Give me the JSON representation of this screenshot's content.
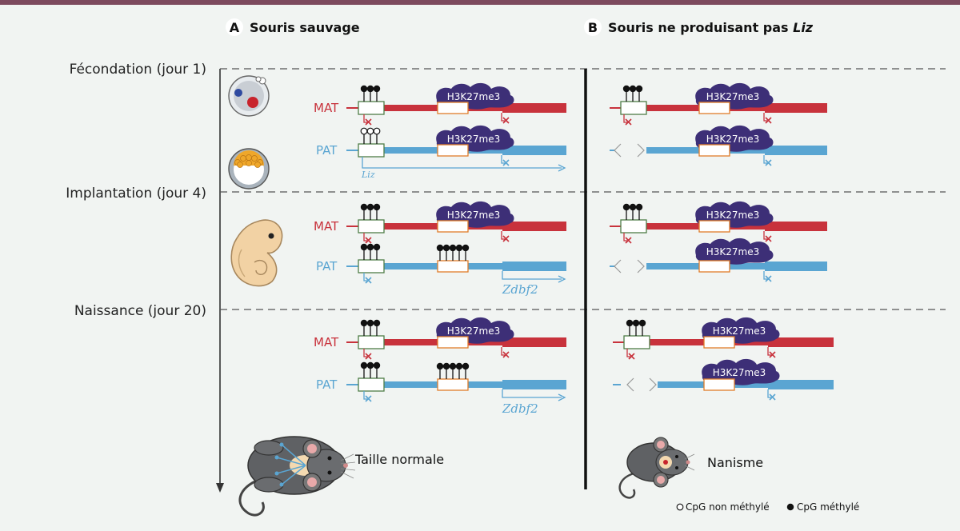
{
  "panels": [
    {
      "letter": "A",
      "title": "Souris sauvage",
      "title_italic": ""
    },
    {
      "letter": "B",
      "title": "Souris ne produisant pas ",
      "title_italic": "Liz"
    }
  ],
  "stages": [
    "Fécondation (jour 1)",
    "Implantation (jour 4)",
    "Naissance (jour 20)"
  ],
  "alleles": {
    "mat": "MAT",
    "pat": "PAT"
  },
  "mark": "H3K27me3",
  "genes": {
    "liz": "Liz",
    "zdbf2": "Zdbf2"
  },
  "phenotypes": {
    "wild_type": "Taille normale",
    "mutant": "Nanisme"
  },
  "legend": {
    "unmethylated": "CpG non méthylé",
    "methylated": "CpG méthylé"
  },
  "colors": {
    "mat": "#c8323c",
    "pat": "#5aa5d2",
    "h3k27me3": "#3d2f77",
    "dmr_box": "#4e7d46",
    "promoter_box": "#e07d2a",
    "top_bar": "#7d4a5e"
  }
}
